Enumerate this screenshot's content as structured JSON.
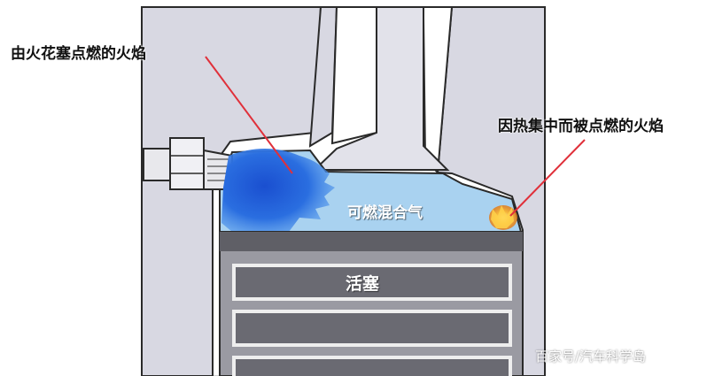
{
  "labels": {
    "spark_flame": "由火花塞点燃的火焰",
    "hot_spot_ignition": "因热集中而被点燃的火焰",
    "mixture": "可燃混合气",
    "piston": "活塞"
  },
  "watermark": "百家号/汽车科学岛",
  "colors": {
    "background": "#ffffff",
    "wall_fill": "#d8d8e2",
    "wall_outline": "#2a2a2a",
    "mixture": "#a9d2f0",
    "flame_blue": "#1f5fd6",
    "hot_spot": "#f2a72a",
    "leader_line": "#e0303a",
    "piston_ring_groove": "#9a9aa2",
    "piston_land": "#5f5f66"
  }
}
